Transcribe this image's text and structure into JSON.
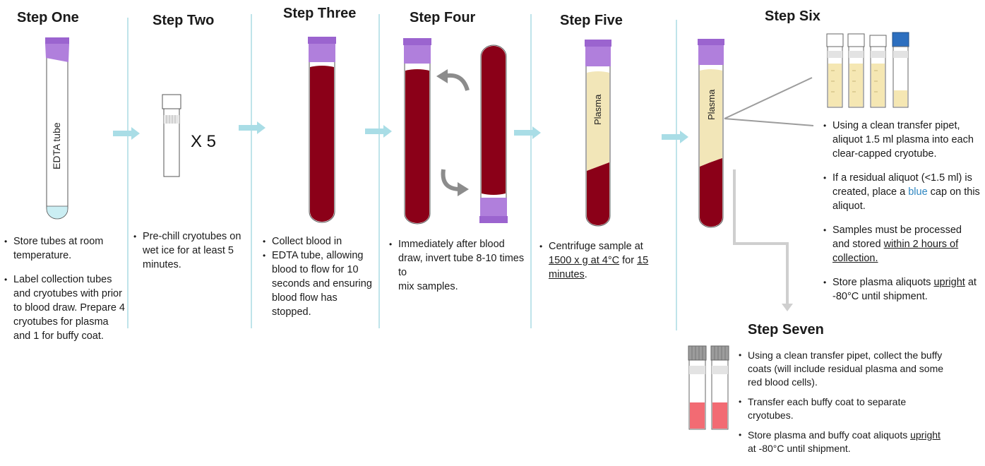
{
  "steps": {
    "one": {
      "title": "Step One",
      "tube_label": "EDTA tube",
      "notes": [
        "Store tubes at room temperature.",
        "Label collection tubes and cryotubes with prior to blood draw. Prepare 4 cryotubes for plasma and 1 for buffy coat."
      ]
    },
    "two": {
      "title": "Step Two",
      "multiplier": "X 5",
      "notes": [
        "Pre-chill cryotubes on wet ice for at least 5 minutes."
      ]
    },
    "three": {
      "title": "Step Three",
      "notes": [
        "Collect blood in",
        "EDTA tube, allowing blood to flow for 10 seconds and ensuring blood flow has stopped."
      ]
    },
    "four": {
      "title": "Step Four",
      "notes": {
        "a": "Immediately after blood draw, invert tube 8-10 times to",
        "b": "mix samples."
      }
    },
    "five": {
      "title": "Step Five",
      "tube_label": "Plasma",
      "note": {
        "pre": "Centrifuge sample at ",
        "speed": "1500 x g at 4°C",
        "mid": " for ",
        "time": "15 minutes",
        "post": "."
      }
    },
    "six": {
      "title": "Step Six",
      "tube_label": "Plasma",
      "notes": {
        "n1": "Using a clean transfer pipet, aliquot 1.5 ml plasma into each clear-capped cryotube.",
        "n2_pre": "If a residual aliquot (<1.5 ml) is created, place a ",
        "n2_blue": "blue",
        "n2_post": " cap on this aliquot.",
        "n3_pre": "Samples must be processed and stored ",
        "n3_u": "within 2 hours of collection.",
        "n4_pre": "Store plasma aliquots ",
        "n4_u": "upright",
        "n4_post": " at -80°C until shipment."
      }
    },
    "seven": {
      "title": "Step Seven",
      "notes": {
        "n1": "Using a clean transfer pipet, collect the buffy coats (will include residual plasma and some red blood cells).",
        "n2": "Transfer each buffy coat to separate cryotubes.",
        "n3_pre": "Store plasma and buffy coat aliquots ",
        "n3_u": "upright",
        "n3_post": " at -80°C until shipment."
      }
    }
  },
  "colors": {
    "cap": "#b07fdc",
    "blood": "#8b0018",
    "plasma": "#f2e6b8",
    "divider": "#bfe4ea",
    "arrow": "#a9dde6",
    "blue_cap": "#2d6fbf",
    "buffy": "#f26b73"
  }
}
